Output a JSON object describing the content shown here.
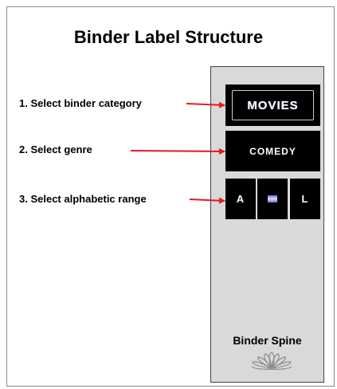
{
  "title": "Binder Label Structure",
  "steps": [
    {
      "label": "1. Select binder category"
    },
    {
      "label": "2. Select genre"
    },
    {
      "label": "3. Select alphabetic range"
    }
  ],
  "spine": {
    "category": "MOVIES",
    "genre": "COMEDY",
    "range_start": "A",
    "range_end": "L",
    "caption": "Binder Spine"
  },
  "colors": {
    "arrow": "#e8191c",
    "block": "#000000",
    "spine_bg": "#d9d9d9"
  },
  "icons": [
    "flower-logo-icon"
  ]
}
